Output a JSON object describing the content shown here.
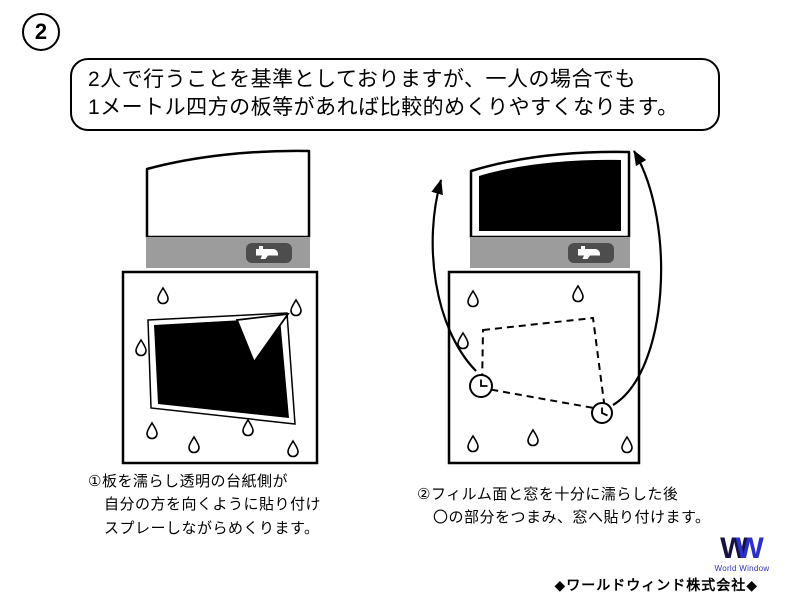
{
  "step_badge": "2",
  "intro": {
    "line1": "2人で行うことを基準としておりますが、一人の場合でも",
    "line2": "1メートル四方の板等があれば比較的めくりやすくなります。"
  },
  "captions": {
    "left": [
      "①板を濡らし透明の台紙側が",
      "自分の方を向くように貼り付け",
      "スプレーしながらめくります。"
    ],
    "right": [
      "②フィルム面と窓を十分に濡らした後",
      "〇の部分をつまみ、窓へ貼り付けます。"
    ]
  },
  "footer": {
    "company": "◆ワールドウィンド株式会社◆"
  },
  "logo": {
    "letter_primary": "W",
    "letter_secondary": "W",
    "caption": "World Window",
    "color_primary": "#15123f",
    "color_secondary": "#2b31c8"
  },
  "colors": {
    "tray_gray": "#9c9c9c",
    "spray_button_gray": "#4d4d4d",
    "film_black": "#000000"
  },
  "icons": {
    "spray_bottle": "spray-bottle-icon",
    "water_droplet": "water-droplet-icon",
    "arrowhead": "curved-arrow-icon",
    "pinch_marker": "pinch-point-circle-icon"
  }
}
